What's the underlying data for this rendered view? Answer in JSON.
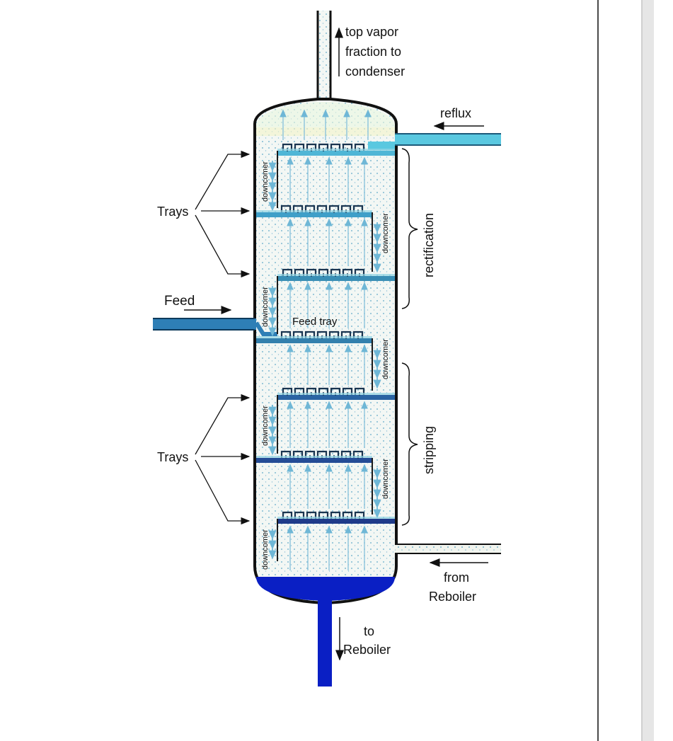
{
  "diagram": {
    "top_label": [
      "top vapor",
      "fraction to",
      "condenser"
    ],
    "reflux": "reflux",
    "feed": "Feed",
    "feed_tray": "Feed tray",
    "trays_upper": "Trays",
    "trays_lower": "Trays",
    "downcomer": "downcomer",
    "rectification": "rectification",
    "stripping": "stripping",
    "from_reboiler": [
      "from",
      "Reboiler"
    ],
    "to_reboiler": [
      "to",
      "Reboiler"
    ]
  },
  "colors": {
    "liquid_light": "#8fd3e3",
    "tray": "#3a8fb5",
    "tray_dark": "#1f4e8c",
    "bottoms": "#0a1fc4",
    "vapor_bg": "#eef4f2",
    "shell": "#1a1a1a"
  }
}
